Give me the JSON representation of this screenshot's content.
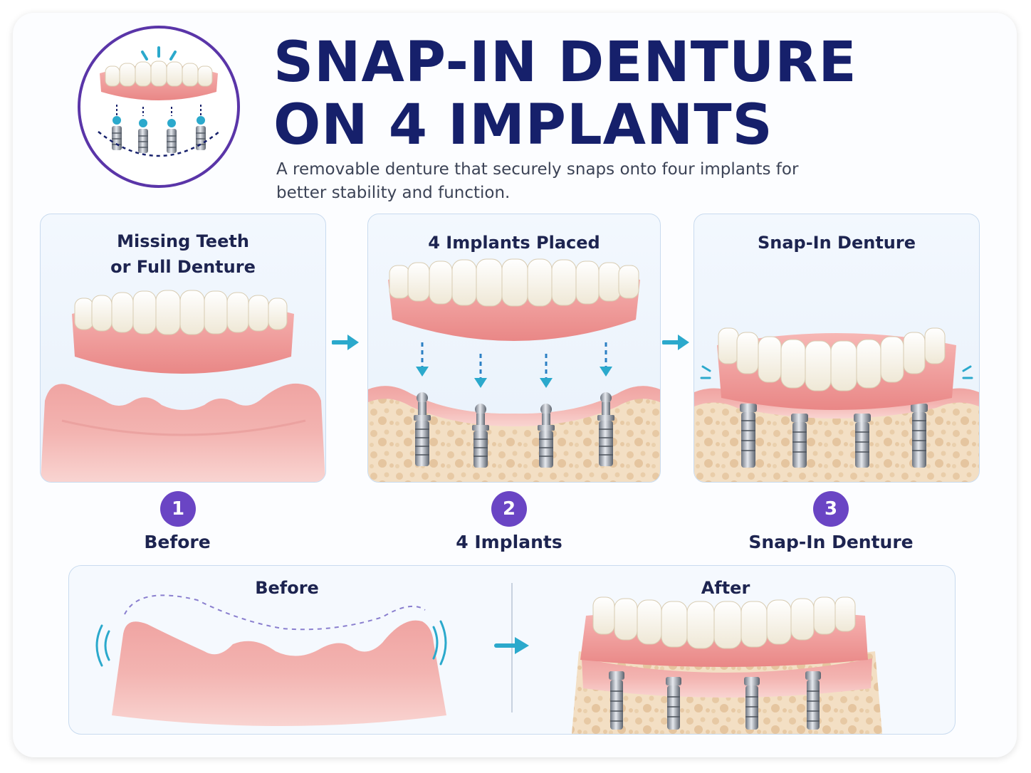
{
  "header": {
    "title_line1": "SNAP-IN DENTURE",
    "title_line2": "ON 4 IMPLANTS",
    "subtitle": "A removable denture that securely snaps onto four implants for better stability and function."
  },
  "panels": [
    {
      "title_line1": "Missing Teeth",
      "title_line2": "or Full Denture"
    },
    {
      "title_line1": "4 Implants Placed"
    },
    {
      "title_line1": "Snap-In Denture"
    }
  ],
  "steps": [
    {
      "number": "1",
      "label": "Before"
    },
    {
      "number": "2",
      "label": "4 Implants"
    },
    {
      "number": "3",
      "label": "Snap-In Denture"
    }
  ],
  "comparison": {
    "before_label": "Before",
    "after_label": "After"
  },
  "colors": {
    "title": "#16206b",
    "gum": "#f2a3a2",
    "tooth": "#fdfaf1",
    "bone": "#f3dfc4",
    "accent": "#2ba9cc",
    "step": "#6a45c4"
  },
  "icons": [
    "snap-in-denture-logo-icon",
    "arrow-right-icon",
    "download-arrow-icon",
    "implant-icon",
    "wobble-icon",
    "stability-icon"
  ]
}
